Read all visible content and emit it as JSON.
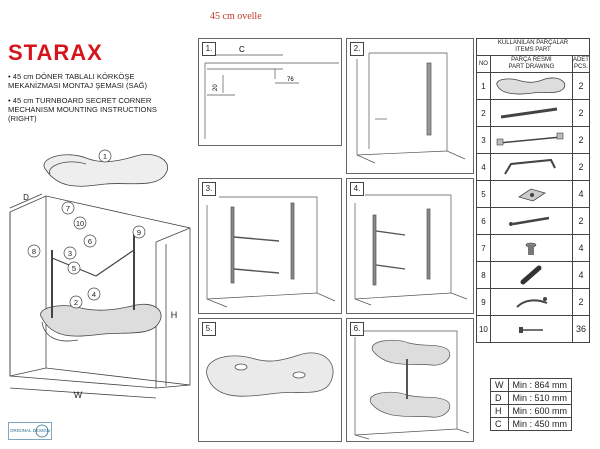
{
  "top_note": "45 cm ovelle",
  "brand": {
    "name": "STARA",
    "mark": "X"
  },
  "description": {
    "tr": "• 45 cm DÖNER TABLALI KÖRKÖŞE MEKANİZMASI MONTAJ ŞEMASI (SAĞ)",
    "en": "• 45 cm TURNBOARD SECRET CORNER MECHANISM MOUNTING INSTRUCTIONS (RIGHT)"
  },
  "main_drawing": {
    "callouts": [
      "1",
      "7",
      "10",
      "9",
      "8",
      "6",
      "3",
      "5",
      "4",
      "2"
    ],
    "dim_labels": {
      "depth": "D",
      "width": "W",
      "height": "H"
    }
  },
  "steps": [
    "1.",
    "2.",
    "3.",
    "4.",
    "5.",
    "6."
  ],
  "step1": {
    "dim_c": "C",
    "dim_a": "20",
    "dim_b": "76"
  },
  "parts_table": {
    "title_tr": "KULLANILAN PARÇALAR",
    "title_en": "ITEMS PART",
    "col_no": "NO",
    "col_drawing_tr": "PARÇA RESMİ",
    "col_drawing_en": "PART DRAWING",
    "col_qty_tr": "ADET",
    "col_qty_en": "PCS.",
    "rows": [
      {
        "no": "1",
        "qty": "2",
        "icon": "shelf-icon"
      },
      {
        "no": "2",
        "qty": "2",
        "icon": "rail-icon"
      },
      {
        "no": "3",
        "qty": "2",
        "icon": "slide-icon"
      },
      {
        "no": "4",
        "qty": "2",
        "icon": "handle-bar-icon"
      },
      {
        "no": "5",
        "qty": "4",
        "icon": "bracket-icon"
      },
      {
        "no": "6",
        "qty": "2",
        "icon": "piston-icon"
      },
      {
        "no": "7",
        "qty": "4",
        "icon": "bushing-icon"
      },
      {
        "no": "8",
        "qty": "4",
        "icon": "pin-icon"
      },
      {
        "no": "9",
        "qty": "2",
        "icon": "clip-icon"
      },
      {
        "no": "10",
        "qty": "36",
        "icon": "screw-icon"
      }
    ]
  },
  "dimensions": [
    {
      "key": "W",
      "value": "Min : 864 mm"
    },
    {
      "key": "D",
      "value": "Min : 510 mm"
    },
    {
      "key": "H",
      "value": "Min : 600 mm"
    },
    {
      "key": "C",
      "value": "Min : 450 mm"
    }
  ],
  "certification": {
    "label": "ORIGINAL DESIGN"
  }
}
